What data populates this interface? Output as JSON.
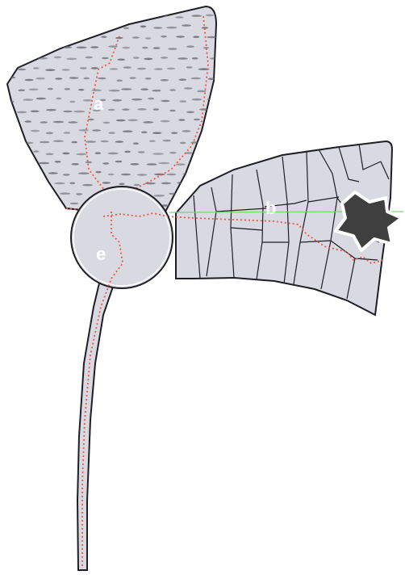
{
  "labels": {
    "a": "a",
    "b": "b",
    "e": "e"
  },
  "colors": {
    "region_fill": "#d9d9e2",
    "outline": "#1e1e24",
    "dashed_path": "#e85a45",
    "texture_mark": "#6e6e78",
    "star_fill": "#3f3f3f",
    "star_outline": "#ffffff",
    "highlight_line": "#7ed37a",
    "label_text": "#ffffff"
  }
}
